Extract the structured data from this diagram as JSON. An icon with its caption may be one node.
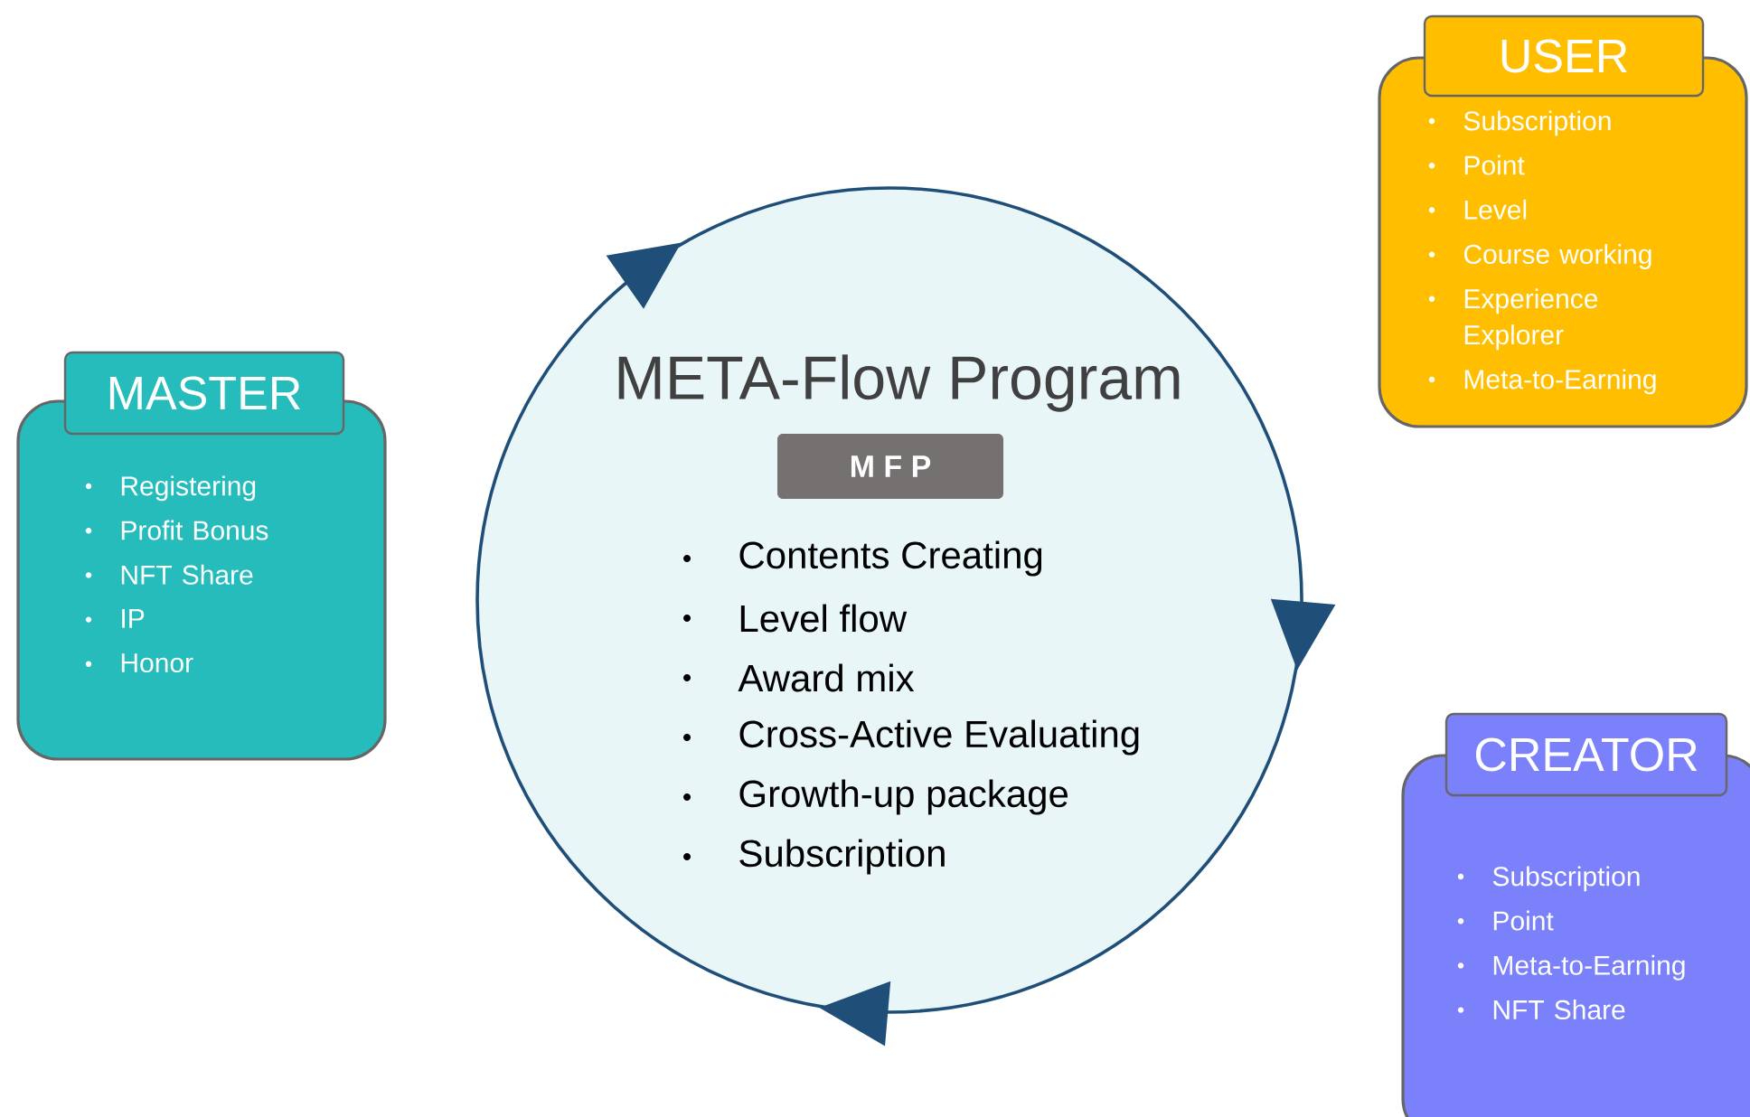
{
  "diagram": {
    "nodes": [
      {
        "text": [
          "MASTER",
          "Registering",
          "Profit Bonus",
          "NFT Share",
          "IP",
          "Honor"
        ]
      },
      {
        "text": [
          "META-Flow Program",
          "Contents Creating",
          "Level flow",
          "Award mix",
          "Cross-Active Evaluating",
          "Growth-up package",
          "Subscription"
        ]
      },
      {
        "text": [
          "M F P"
        ],
        "in": 1
      },
      {
        "text": [
          "USER",
          "Subscription",
          "Point",
          "Level",
          "Course working",
          "Experience Explorer",
          "Meta-to-Earning"
        ]
      },
      {
        "text": [
          "CREATOR",
          "Subscription",
          "Point",
          "Meta-to-Earning",
          "NFT Share"
        ]
      }
    ],
    "edges": []
  }
}
